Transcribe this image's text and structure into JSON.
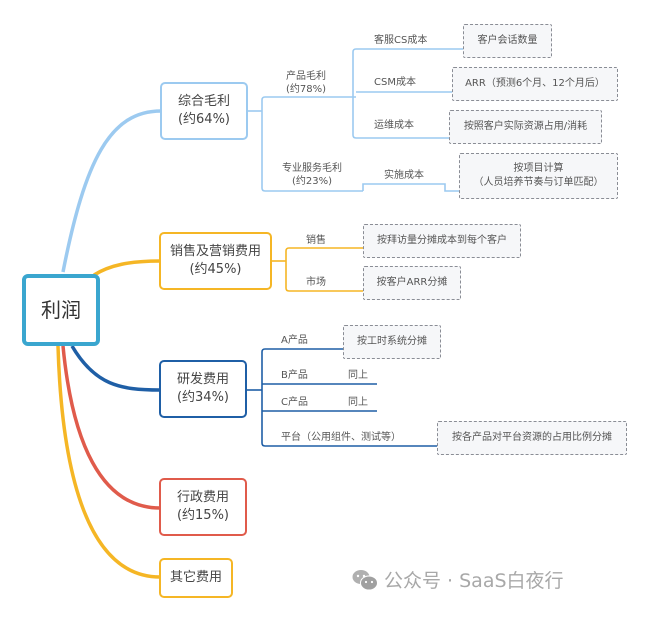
{
  "root": {
    "label": "利润"
  },
  "colors": {
    "root": "#3aa6cf",
    "gross": "#9ccaf0",
    "sales": "#f5b625",
    "rd": "#1f5fa6",
    "admin": "#e05b4b",
    "other": "#f5b625",
    "note_border": "#8a8d95"
  },
  "branches": {
    "gross": {
      "title": "综合毛利",
      "pct": "(约64%)",
      "children": [
        {
          "label": "产品毛利",
          "pct": "(约78%)",
          "items": [
            {
              "label": "客服CS成本",
              "note": "客户会话数量"
            },
            {
              "label": "CSM成本",
              "note": "ARR（预测6个月、12个月后）"
            },
            {
              "label": "运维成本",
              "note": "按照客户实际资源占用/消耗"
            }
          ]
        },
        {
          "label": "专业服务毛利",
          "pct": "(约23%)",
          "items": [
            {
              "label": "实施成本",
              "note_line1": "按项目计算",
              "note_line2": "（人员培养节奏与订单匹配）"
            }
          ]
        }
      ]
    },
    "sales": {
      "title": "销售及营销费用",
      "pct": "(约45%)",
      "items": [
        {
          "label": "销售",
          "note": "按拜访量分摊成本到每个客户"
        },
        {
          "label": "市场",
          "note": "按客户ARR分摊"
        }
      ]
    },
    "rd": {
      "title": "研发费用",
      "pct": "(约34%)",
      "items": [
        {
          "label": "A产品",
          "note": "按工时系统分摊"
        },
        {
          "label": "B产品",
          "text": "同上"
        },
        {
          "label": "C产品",
          "text": "同上"
        },
        {
          "label": "平台（公用组件、测试等）",
          "note": "按各产品对平台资源的占用比例分摊"
        }
      ]
    },
    "admin": {
      "title": "行政费用",
      "pct": "(约15%)"
    },
    "other": {
      "title": "其它费用"
    }
  },
  "watermark": {
    "text": "公众号 · SaaS白夜行",
    "icon": "wechat-icon"
  }
}
